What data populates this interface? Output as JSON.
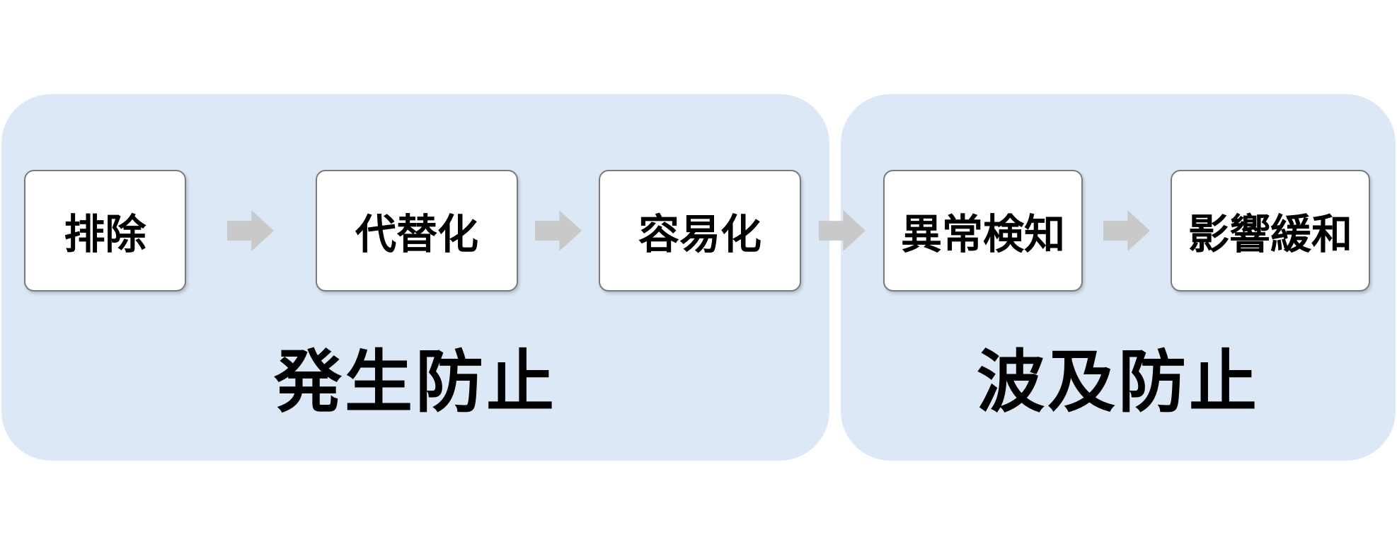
{
  "diagram": {
    "title_implied": "",
    "colors": {
      "group_fill": "#dce8f5",
      "box_fill": "#ffffff",
      "box_border": "#7a7a7a",
      "arrow_fill": "#c9c9c9",
      "text": "#000000",
      "background": "#ffffff"
    },
    "groups": [
      {
        "label": "発生防止",
        "boxes": [
          {
            "label": "排除"
          },
          {
            "label": "代替化"
          },
          {
            "label": "容易化"
          }
        ]
      },
      {
        "label": "波及防止",
        "boxes": [
          {
            "label": "異常検知"
          },
          {
            "label": "影響緩和"
          }
        ]
      }
    ],
    "arrows": [
      {
        "name": "arrow-haijo-to-daitaika"
      },
      {
        "name": "arrow-daitaika-to-youika"
      },
      {
        "name": "arrow-youika-to-ijoukenchi"
      },
      {
        "name": "arrow-ijoukenchi-to-eikyoukanwa"
      }
    ]
  }
}
